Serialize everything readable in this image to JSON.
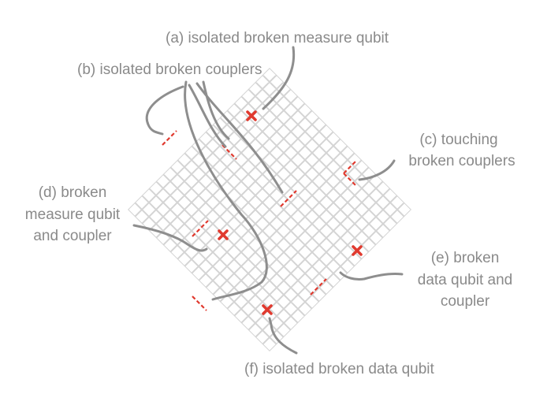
{
  "labels": {
    "a": "(a) isolated broken measure qubit",
    "b": "(b) isolated broken couplers",
    "c_line1": "(c) touching",
    "c_line2": "broken couplers",
    "d_line1": "(d) broken",
    "d_line2": "measure qubit",
    "d_line3": "and coupler",
    "e_line1": "(e) broken",
    "e_line2": "data qubit and",
    "e_line3": "coupler",
    "f": "(f) isolated broken data qubit"
  },
  "colors": {
    "lattice": "#d4d4d4",
    "broken": "#e03a2f",
    "leader": "#8e8e8e",
    "text": "#8a8a8a"
  },
  "icons": {
    "broken_qubit": "red-x-icon",
    "broken_coupler": "red-dashed-edge"
  }
}
